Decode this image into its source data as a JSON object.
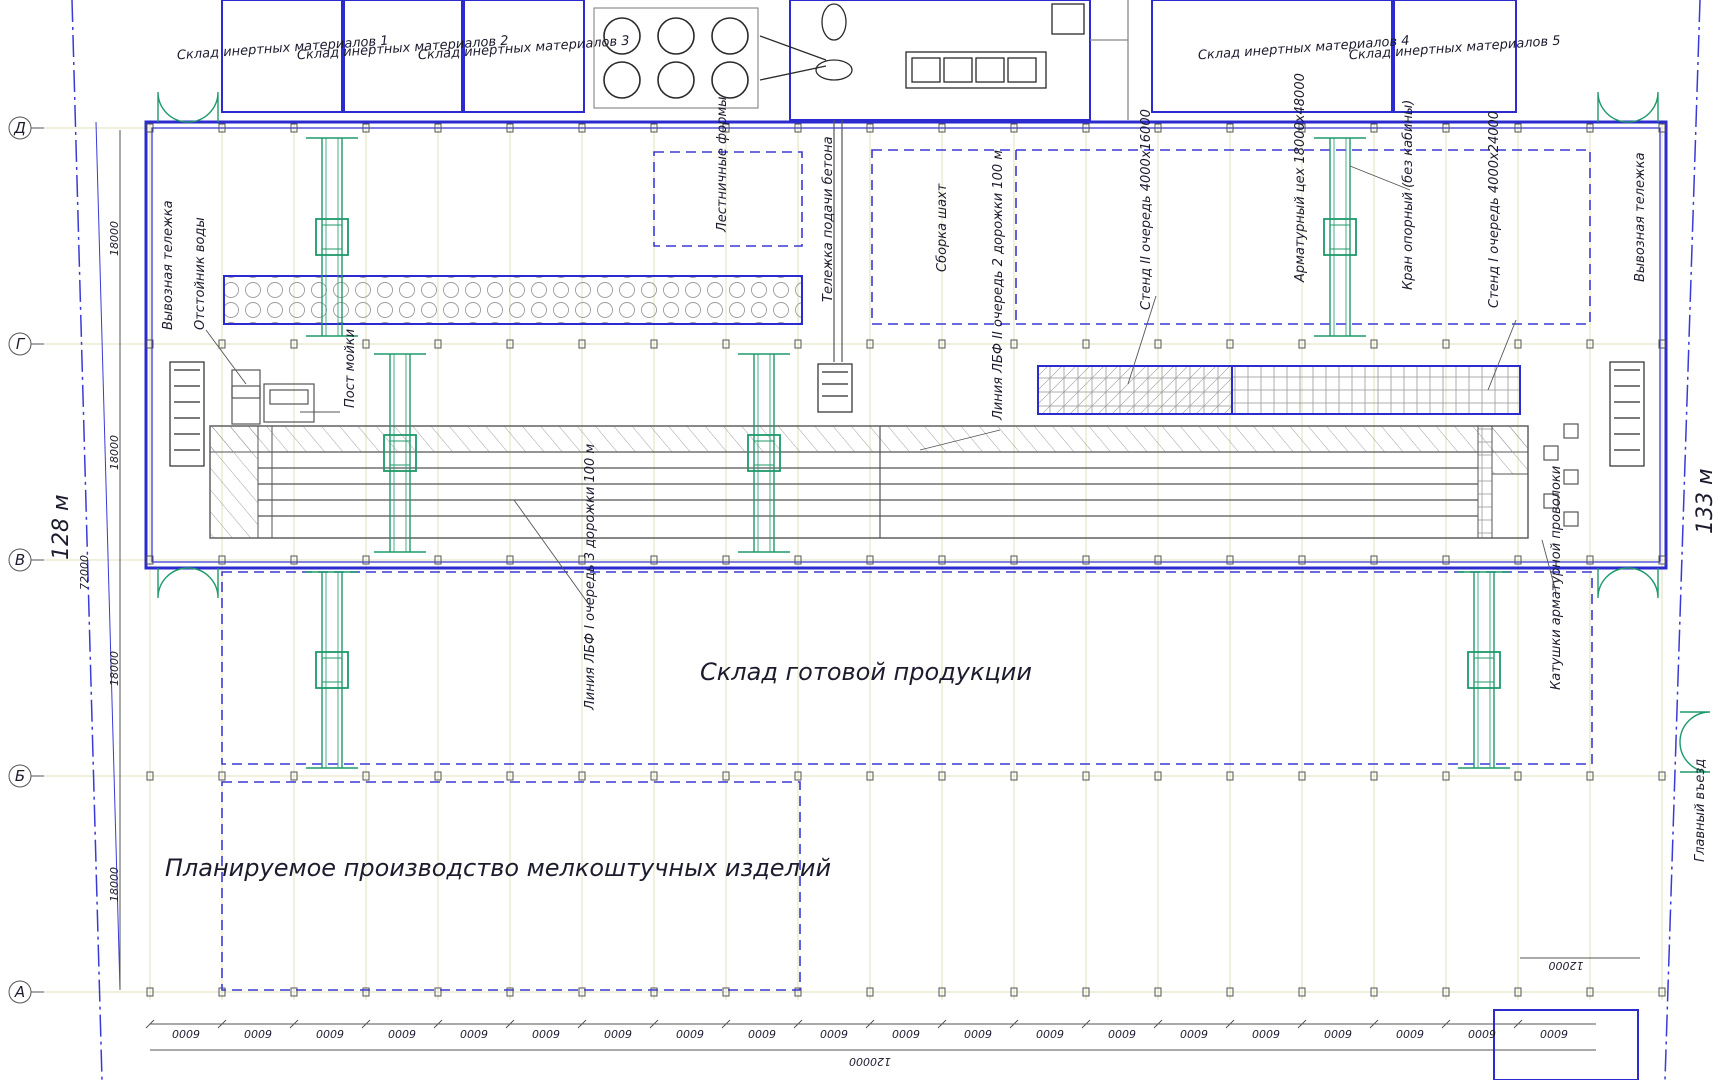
{
  "colors": {
    "wall": "#2b2bd0",
    "dashed": "#3a3ad6",
    "crane": "#1e9a6a",
    "grid": "#e3e0b8",
    "ink": "#1c1c2e",
    "gray": "#8a8a8a"
  },
  "axes": {
    "rows": [
      "Д",
      "Г",
      "В",
      "Б",
      "А"
    ],
    "row_spans": [
      "18000",
      "18000",
      "18000",
      "18000"
    ],
    "vertical_total": "72000",
    "col_span": "6000",
    "horizontal_total": "120000",
    "right_span": "12000"
  },
  "overall": {
    "left_length": "128 м",
    "right_length": "133 м"
  },
  "top_storage": {
    "left": [
      "Склад инертных материалов 1",
      "Склад инертных материалов 2",
      "Склад инертных материалов 3"
    ],
    "right": [
      "Склад инертных материалов 4",
      "Склад инертных материалов 5"
    ]
  },
  "labels": {
    "stair_forms": "Лестничные формы",
    "concrete_cart": "Тележка подачи бетона",
    "shaft_assembly": "Сборка шахт",
    "stand_2": "Стенд II очередь 4000x16000",
    "rebar_shop": "Арматурный цех 18000x48000",
    "support_crane": "Кран опорный (без кабины)",
    "stand_1": "Стенд I очередь 4000x24000",
    "exit_cart_left": "Вывозная тележка",
    "exit_cart_right": "Вывозная тележка",
    "settling_tank": "Отстойник воды",
    "wash_post": "Пост мойки",
    "lbf_line_2": "Линия ЛБФ II очередь 2 дорожки 100 м",
    "lbf_line_1": "Линия ЛБФ I очередь 3 дорожки 100 м",
    "finished_storage": "Склад готовой продукции",
    "wire_coils": "Катушки арматурной проволоки",
    "main_exit": "Главный въезд",
    "planned_prod": "Планируемое производство мелкоштучных изделий"
  }
}
